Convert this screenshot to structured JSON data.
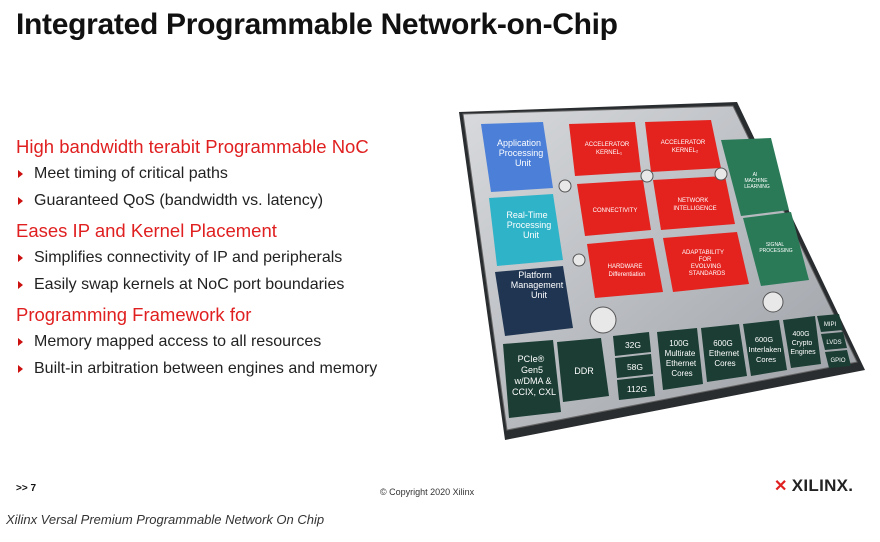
{
  "slide": {
    "title": "Integrated Programmable Network-on-Chip",
    "sections": [
      {
        "heading": "High bandwidth terabit Programmable NoC",
        "items": [
          "Meet timing of critical paths",
          "Guaranteed QoS (bandwidth vs. latency)"
        ]
      },
      {
        "heading": "Eases IP and Kernel Placement",
        "items": [
          "Simplifies connectivity of IP and peripherals",
          "Easily swap kernels at NoC port boundaries"
        ]
      },
      {
        "heading": "Programming Framework for",
        "items": [
          "Memory mapped access to all resources",
          "Built-in arbitration between engines and memory"
        ]
      }
    ],
    "page_number": ">> 7",
    "copyright": "© Copyright 2020 Xilinx",
    "logo_text": "XILINX."
  },
  "chip": {
    "apu": "Application Processing Unit",
    "rtpu": "Real-Time Processing Unit",
    "pmu": "Platform Management Unit",
    "accel1": "ACCELERATOR KERNEL₁",
    "accel2": "ACCELERATOR KERNEL₂",
    "connectivity": "CONNECTIVITY",
    "network": "NETWORK INTELLIGENCE",
    "hardware": "HARDWARE Differentiation",
    "adaptability": "ADAPTABILITY FOR EVOLVING STANDARDS",
    "ai": "AI MACHINE LEARNING",
    "signal": "SIGNAL PROCESSING",
    "pcie": "PCIe® Gen5 w/DMA & CCIX, CXL",
    "ddr": "DDR",
    "g32": "32G",
    "g58": "58G",
    "g112": "112G",
    "eth100": "100G Multirate Ethernet Cores",
    "eth600": "600G Ethernet Cores",
    "ilk600": "600G Interlaken Cores",
    "crypto": "400G Crypto Engines",
    "mipi": "MIPI",
    "lvds": "LVDS",
    "gpio": "GPIO"
  },
  "caption": "Xilinx Versal Premium Programmable Network On Chip",
  "colors": {
    "accent_red": "#e02020",
    "block_red": "#e4231f",
    "blue": "#4b7fd8",
    "teal": "#2fb3c8",
    "navy": "#1f3552",
    "green": "#2a7a58",
    "dark_green": "#1b3d33"
  }
}
